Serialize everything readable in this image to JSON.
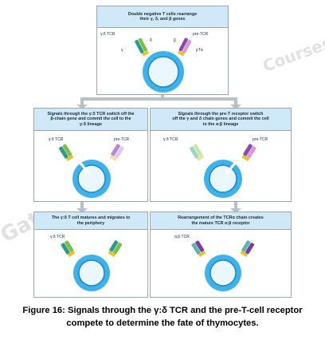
{
  "top_panel": {
    "caption_lines": [
      "Double negative T cells rearrange",
      "their γ, δ, and β genes"
    ],
    "labels": {
      "gd_tcr": "γ:δ TCR",
      "pre_tcr": "pre-TCR",
      "delta": "δ",
      "gamma": "γ",
      "beta": "β",
      "pta": "pTα"
    }
  },
  "left_panel_1": {
    "caption_lines": [
      "Signals through the γ:δ TCR switch off the",
      "β-chain gene and commit the cell to the",
      "γ:δ lineage"
    ],
    "labels": {
      "gd_tcr": "γ:δ TCR",
      "pre_tcr": "pre-TCR"
    }
  },
  "right_panel_1": {
    "caption_lines": [
      "Signals through the pre-T receptor switch",
      "off the γ and δ chain genes and commit the cell",
      "to the α:β lineage"
    ],
    "labels": {
      "gd_tcr": "γ:δ TCR",
      "pre_tcr": "pre-TCR"
    }
  },
  "left_panel_2": {
    "caption_lines": [
      "The γ:δ T cell matures and migrates to",
      "the periphery"
    ],
    "labels": {
      "gd_tcr": "γ:δ TCR"
    }
  },
  "right_panel_2": {
    "caption_lines": [
      "Rearrangement of the TCRα chain creates",
      "the mature TCR α:β receptor"
    ],
    "labels": {
      "ab_tcr": "α:β TCR"
    }
  },
  "watermark": {
    "text_left": "Gat",
    "text_right": "Courses"
  },
  "caption": {
    "line1": "Figure 16: Signals through the γ:δ TCR and the pre-T-cell receptor",
    "line2": "compete to determine the fate of thymocytes."
  },
  "colors": {
    "cell_fill": "#3fb2e9",
    "cell_inner": "#1f86c7",
    "nucleus_fill": "#eaf7ff",
    "gamma": "#2e9b8a",
    "delta": "#7bbf4a",
    "beta": "#8a4aa8",
    "pta": "#d79ad2",
    "alpha": "#5fb3b0",
    "abeta": "#7d3c9a",
    "caption_band": "#cfe9f8",
    "arrow": "#b7c2c8"
  }
}
